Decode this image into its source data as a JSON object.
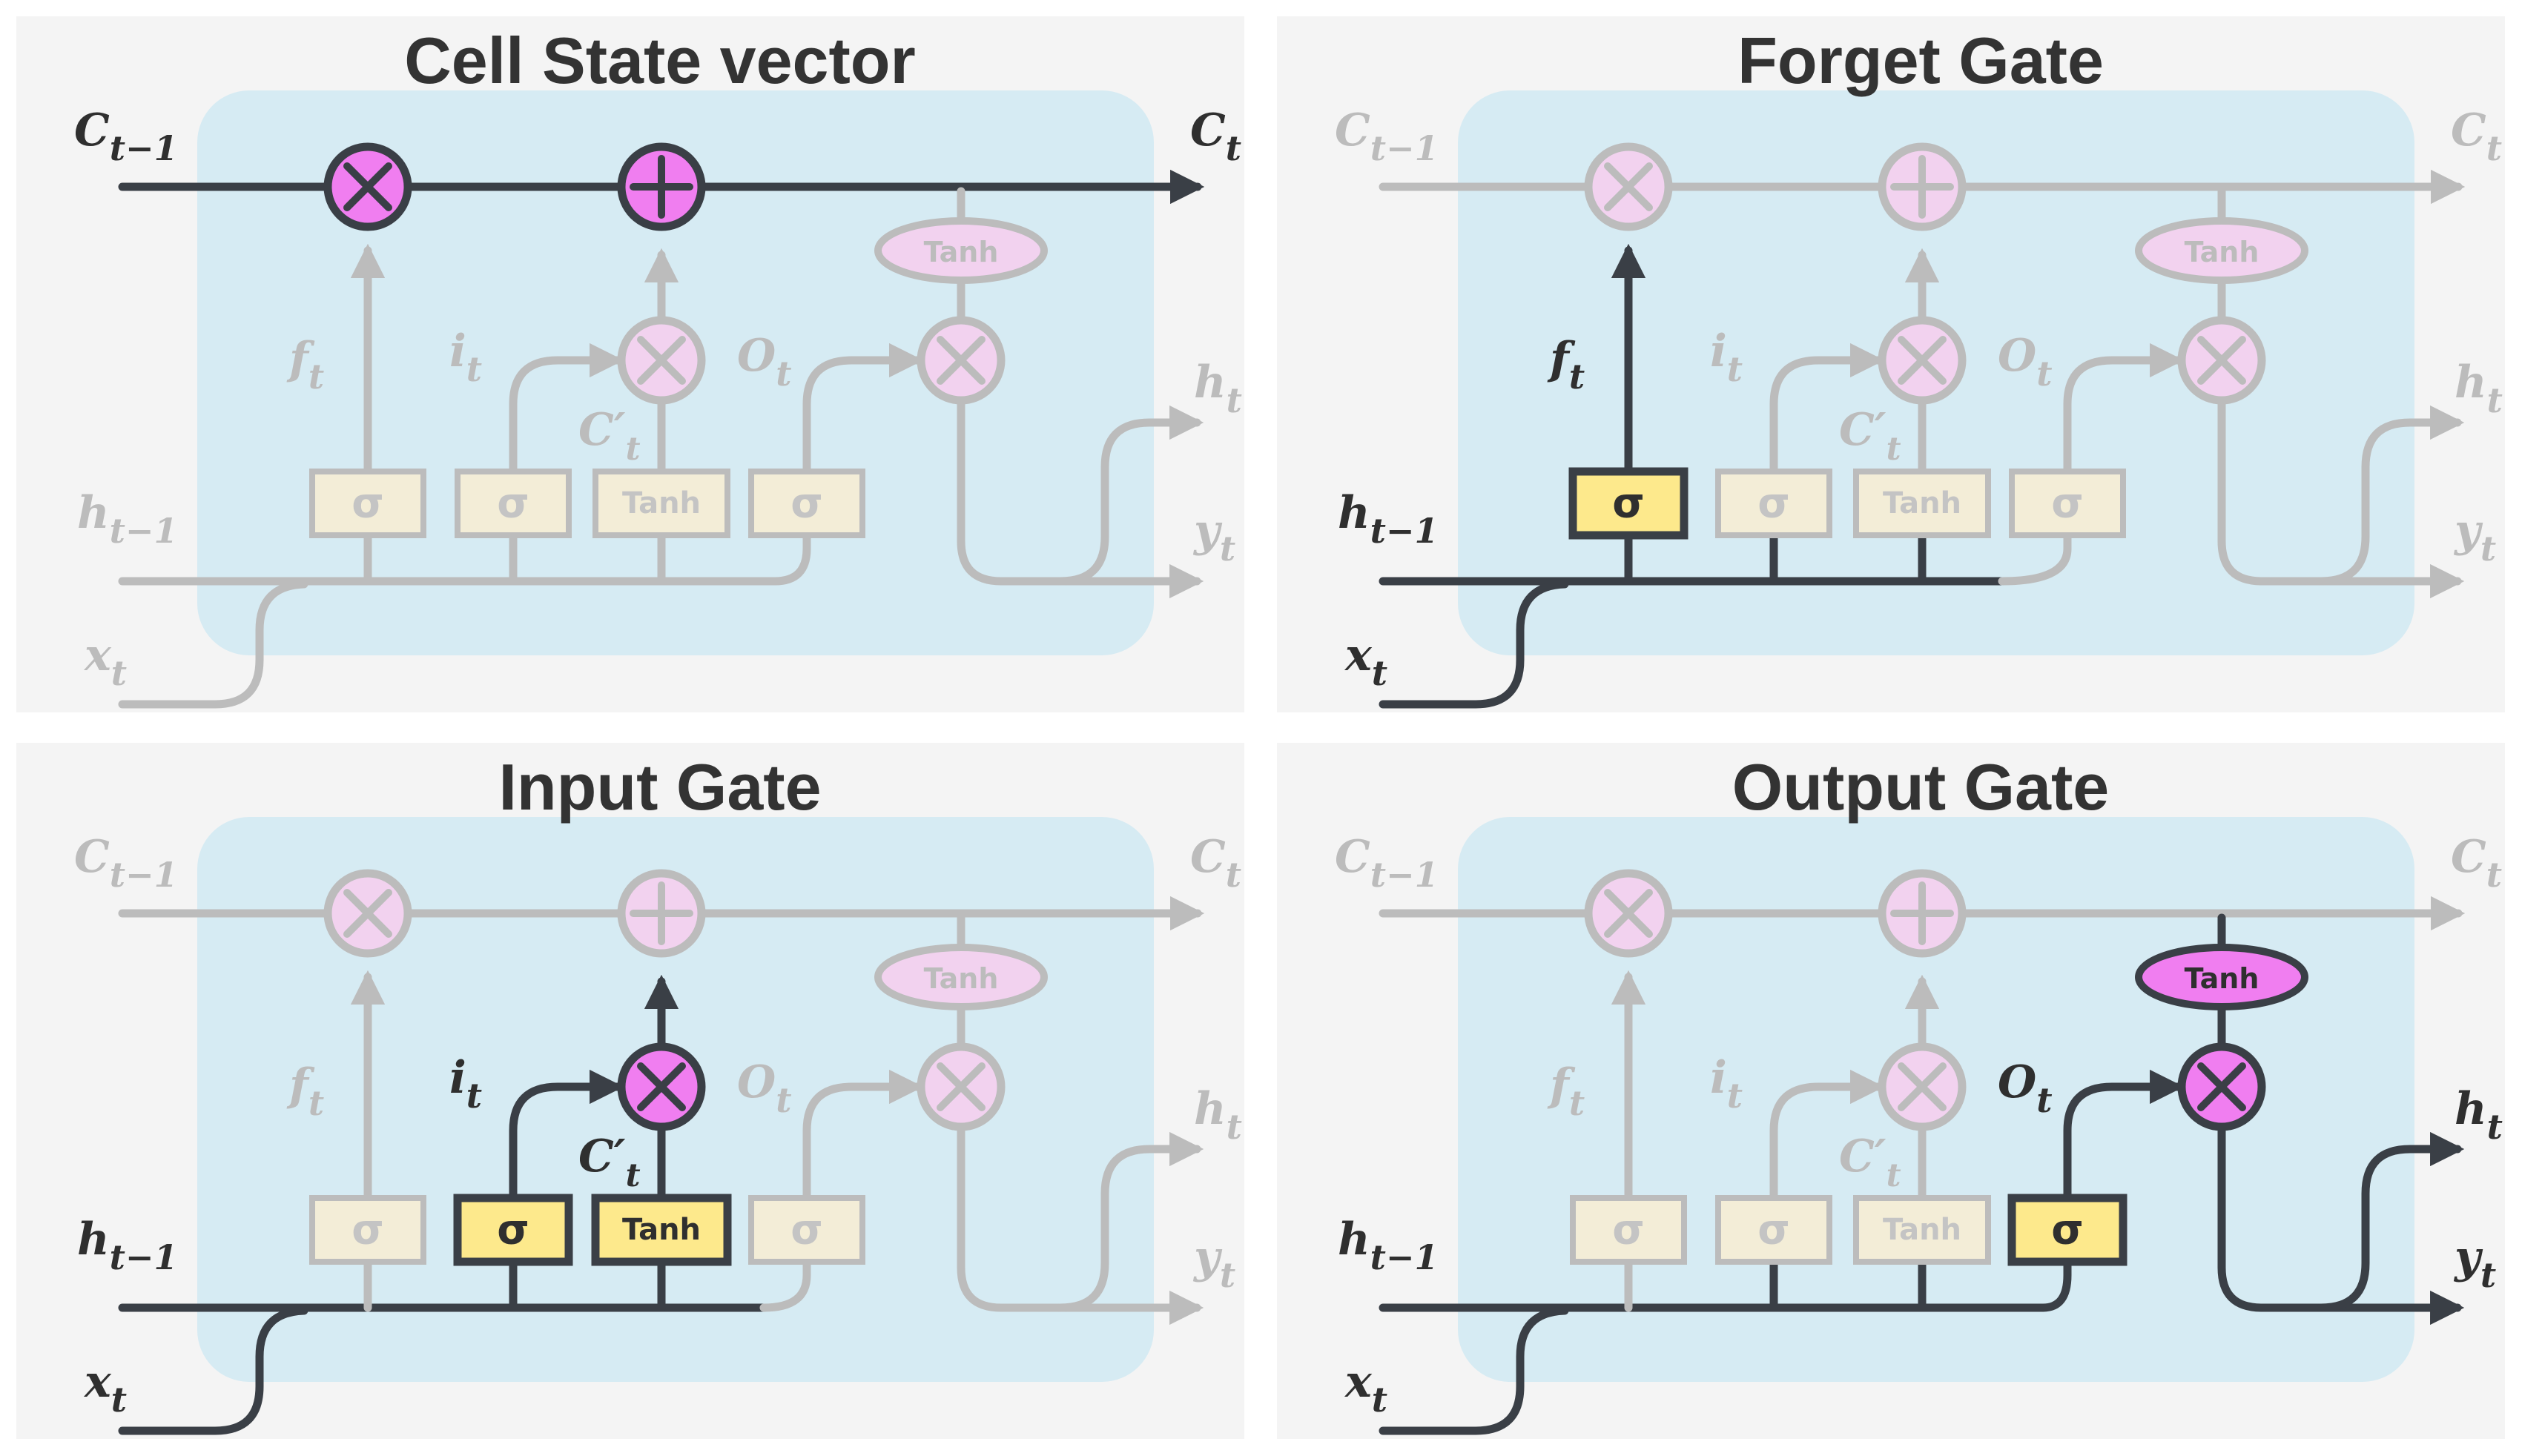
{
  "colors": {
    "panel_bg": "#f4f4f4",
    "cell_bg": "#d6ebf3",
    "active_line": "#3a3f46",
    "faded_line": "#bcbcbc",
    "active_op_fill": "#f07ef0",
    "faded_op_fill": "#f2d2ef",
    "active_gate_fill": "#fde98c",
    "faded_gate_fill": "#f3edd7",
    "faded_text": "#bcbcbc",
    "active_text": "#2f2f2f"
  },
  "symbols": {
    "sigma": "σ",
    "tanh": "Tanh",
    "multiply": "multiply-operator",
    "add": "add-operator"
  },
  "labels": {
    "c_prev": "C",
    "c_prev_sub": "t−1",
    "c_t": "C",
    "c_t_sub": "t",
    "h_prev": "h",
    "h_prev_sub": "t−1",
    "x_t": "x",
    "x_t_sub": "t",
    "h_t": "h",
    "h_t_sub": "t",
    "y_t": "y",
    "y_t_sub": "t",
    "f_t": "f",
    "f_t_sub": "t",
    "i_t": "i",
    "i_t_sub": "t",
    "o_t": "O",
    "o_t_sub": "t",
    "c_cand": "C′",
    "c_cand_sub": "t"
  },
  "panels": [
    {
      "id": "cell-state",
      "title": "Cell State vector",
      "active": [
        "c_prev",
        "c_line",
        "c_t",
        "mult_forget",
        "add_cell"
      ]
    },
    {
      "id": "forget-gate",
      "title": "Forget Gate",
      "active": [
        "h_prev",
        "x_t",
        "bus_forget",
        "sigma_f",
        "f_t"
      ]
    },
    {
      "id": "input-gate",
      "title": "Input Gate",
      "active": [
        "h_prev",
        "x_t",
        "bus_input",
        "sigma_i",
        "tanh_c",
        "i_t",
        "c_cand",
        "mult_input"
      ]
    },
    {
      "id": "output-gate",
      "title": "Output Gate",
      "active": [
        "h_prev",
        "x_t",
        "bus_output",
        "sigma_o",
        "o_t",
        "tanh_out",
        "mult_output",
        "h_t",
        "y_t"
      ]
    }
  ]
}
